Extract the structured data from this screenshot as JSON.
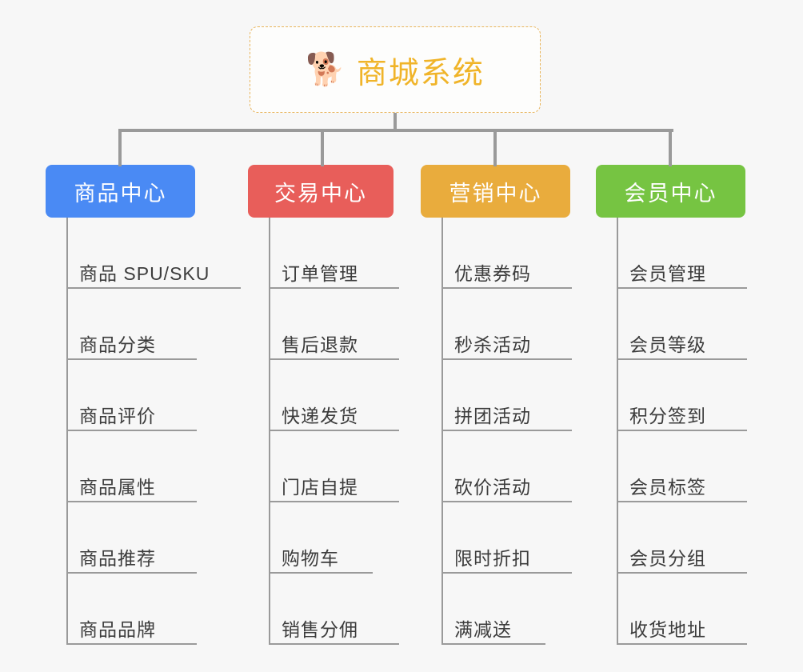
{
  "diagram": {
    "type": "mind-map",
    "background_color": "#f7f7f7",
    "root": {
      "emoji": "🐕",
      "emoji_name": "shiba-dog-face",
      "title": "商城系统",
      "text_color": "#f0b429",
      "border_color": "#e8b55c",
      "border_style": "dashed"
    },
    "branches": [
      {
        "id": "product-center",
        "label": "商品中心",
        "color": "#4a8af4",
        "items": [
          "商品 SPU/SKU",
          "商品分类",
          "商品评价",
          "商品属性",
          "商品推荐",
          "商品品牌"
        ]
      },
      {
        "id": "trade-center",
        "label": "交易中心",
        "color": "#e85e5a",
        "items": [
          "订单管理",
          "售后退款",
          "快递发货",
          "门店自提",
          "购物车",
          "销售分佣"
        ]
      },
      {
        "id": "marketing-center",
        "label": "营销中心",
        "color": "#e9ac3d",
        "items": [
          "优惠券码",
          "秒杀活动",
          "拼团活动",
          "砍价活动",
          "限时折扣",
          "满减送"
        ]
      },
      {
        "id": "member-center",
        "label": "会员中心",
        "color": "#76c442",
        "items": [
          "会员管理",
          "会员等级",
          "积分签到",
          "会员标签",
          "会员分组",
          "收货地址"
        ]
      }
    ]
  }
}
